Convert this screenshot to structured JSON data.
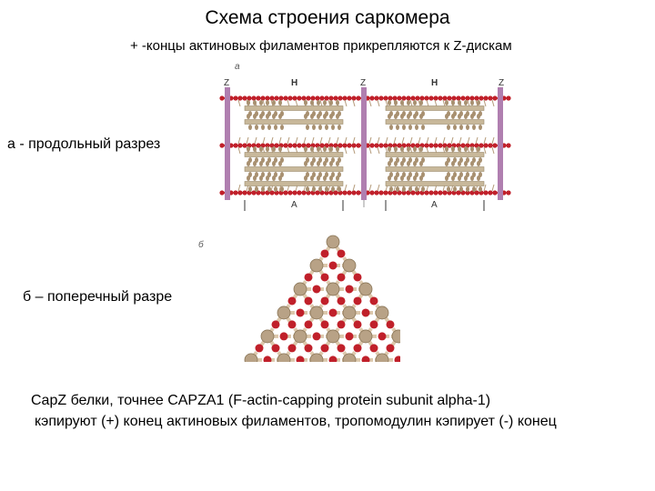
{
  "title": "Схема строения саркомера",
  "subtitle": "+ -концы актиновых филаментов прикрепляются к Z-дискам",
  "longitudinal": {
    "panel_letter": "а",
    "z_labels": [
      "Z",
      "Z",
      "Z"
    ],
    "h_labels": [
      "H",
      "H"
    ],
    "a_labels": [
      "A",
      "A"
    ],
    "caption": "а - продольный разрез",
    "colors": {
      "z_disc": "#b07fb0",
      "actin": "#c0202a",
      "myosin": "#c8b89a",
      "myosin_head": "#a89070"
    }
  },
  "cross": {
    "panel_letter": "б",
    "caption": "б – поперечный разре",
    "colors": {
      "myosin": "#b8a286",
      "actin": "#c0202a",
      "bridge": "#dcc8ac"
    }
  },
  "note": {
    "line1": "CapZ белки, точнее CAPZA1 (F-actin-capping protein subunit alpha-1)",
    "line2": "кэпируют (+) конец актиновых филаментов, тропомодулин кэпирует (-) конец"
  }
}
